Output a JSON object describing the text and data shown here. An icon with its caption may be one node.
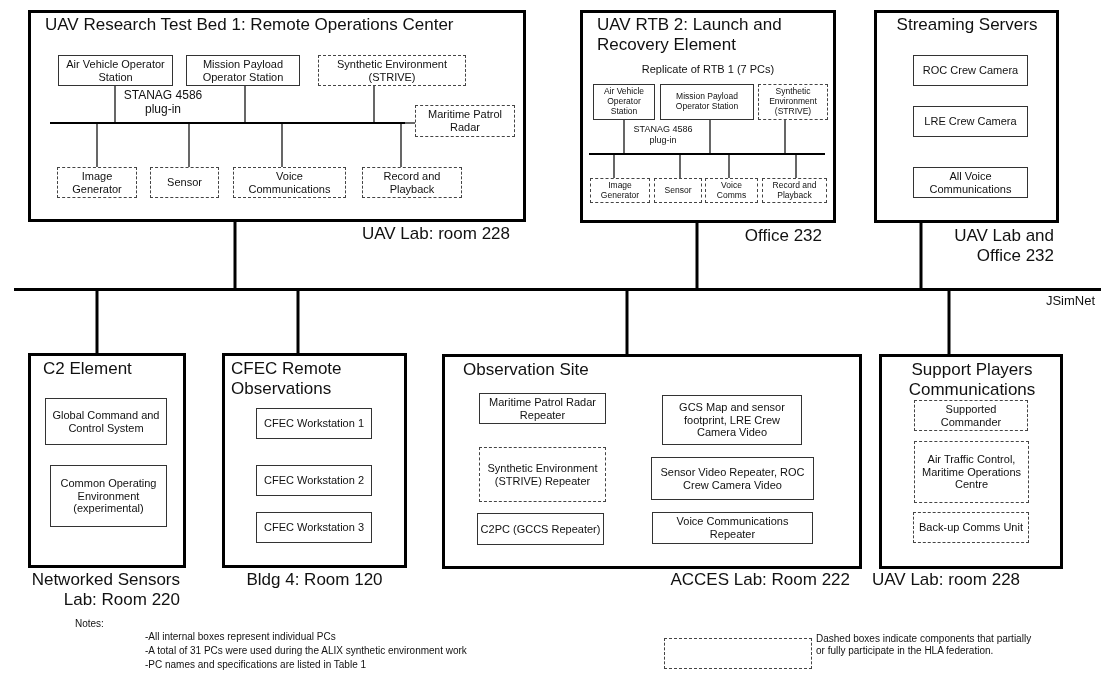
{
  "diagram": {
    "nodes": [
      {
        "text": [
          "UAV Research Test Bed 1: Remote Operations Center"
        ],
        "beside": [
          "UAV Lab: room 228"
        ]
      },
      {
        "text": [
          "Air Vehicle Operator Station"
        ],
        "in": 0
      },
      {
        "text": [
          "Mission Payload Operator Station"
        ],
        "in": 0
      },
      {
        "text": [
          "Synthetic Environment (STRIVE)"
        ],
        "in": 0
      },
      {
        "text": [],
        "shape": "bar",
        "in": 0
      },
      {
        "text": [
          "Maritime Patrol Radar"
        ],
        "in": 0
      },
      {
        "text": [
          "Image Generator"
        ],
        "in": 0
      },
      {
        "text": [
          "Sensor"
        ],
        "in": 0
      },
      {
        "text": [
          "Voice Communications"
        ],
        "in": 0
      },
      {
        "text": [
          "Record and Playback"
        ],
        "in": 0
      },
      {
        "text": [
          "UAV RTB 2: Launch and Recovery Element",
          "Replicate of RTB 1 (7 PCs)"
        ],
        "beside": [
          "Office 232"
        ]
      },
      {
        "text": [
          "Air Vehicle Operator Station"
        ],
        "in": 10
      },
      {
        "text": [
          "Mission Payload Operator Station"
        ],
        "in": 10
      },
      {
        "text": [
          "Synthetic Environment (STRIVE)"
        ],
        "in": 10
      },
      {
        "text": [],
        "shape": "bar",
        "in": 10
      },
      {
        "text": [
          "Image Generator"
        ],
        "in": 10
      },
      {
        "text": [
          "Sensor"
        ],
        "in": 10
      },
      {
        "text": [
          "Voice Comms"
        ],
        "in": 10
      },
      {
        "text": [
          "Record and Playback"
        ],
        "in": 10
      },
      {
        "text": [
          "Streaming Servers"
        ],
        "beside": [
          "UAV Lab and Office 232"
        ]
      },
      {
        "text": [
          "ROC Crew Camera"
        ],
        "in": 19
      },
      {
        "text": [
          "LRE Crew Camera"
        ],
        "in": 19
      },
      {
        "text": [
          "All Voice Communications"
        ],
        "in": 19
      },
      {
        "text": [],
        "shape": "bar",
        "beside": [
          "JSimNet"
        ]
      },
      {
        "text": [
          "C2 Element"
        ],
        "beside": [
          "Networked Sensors Lab: Room 220"
        ]
      },
      {
        "text": [
          "Global Command and Control System"
        ],
        "in": 24
      },
      {
        "text": [
          "Common Operating Environment (experimental)"
        ],
        "in": 24
      },
      {
        "text": [
          "CFEC Remote Observations"
        ],
        "beside": [
          "Bldg 4: Room 120"
        ]
      },
      {
        "text": [
          "CFEC Workstation 1"
        ],
        "in": 27
      },
      {
        "text": [
          "CFEC Workstation 2"
        ],
        "in": 27
      },
      {
        "text": [
          "CFEC Workstation 3"
        ],
        "in": 27
      },
      {
        "text": [
          "Observation Site"
        ],
        "beside": [
          "ACCES Lab: Room 222"
        ]
      },
      {
        "text": [
          "Maritime Patrol Radar Repeater"
        ],
        "in": 31
      },
      {
        "text": [
          "GCS Map and sensor footprint, LRE Crew Camera Video"
        ],
        "in": 31
      },
      {
        "text": [
          "Synthetic Environment (STRIVE) Repeater"
        ],
        "in": 31
      },
      {
        "text": [
          "Sensor Video Repeater, ROC Crew Camera Video"
        ],
        "in": 31
      },
      {
        "text": [
          "C2PC (GCCS Repeater)"
        ],
        "in": 31
      },
      {
        "text": [
          "Voice Communications Repeater"
        ],
        "in": 31
      },
      {
        "text": [
          "Support Players Communications"
        ],
        "beside": [
          "UAV Lab: room 228"
        ]
      },
      {
        "text": [
          "Supported Commander"
        ],
        "in": 38
      },
      {
        "text": [
          "Air Traffic Control, Maritime Operations Centre"
        ],
        "in": 38
      },
      {
        "text": [
          "Back-up Comms Unit"
        ],
        "in": 38
      }
    ],
    "edges": [
      {
        "from": 1,
        "to": 4,
        "arrow": "none",
        "label": "STANAG 4586 plug-in"
      },
      {
        "from": 2,
        "to": 4,
        "arrow": "none"
      },
      {
        "from": 3,
        "to": 4,
        "arrow": "none"
      },
      {
        "from": 5,
        "to": 4,
        "arrow": "none"
      },
      {
        "from": 4,
        "to": 6,
        "arrow": "none"
      },
      {
        "from": 4,
        "to": 7,
        "arrow": "none"
      },
      {
        "from": 4,
        "to": 8,
        "arrow": "none"
      },
      {
        "from": 4,
        "to": 9,
        "arrow": "none"
      },
      {
        "from": 11,
        "to": 14,
        "arrow": "none",
        "label": "STANAG 4586 plug-in"
      },
      {
        "from": 12,
        "to": 14,
        "arrow": "none"
      },
      {
        "from": 13,
        "to": 14,
        "arrow": "none"
      },
      {
        "from": 14,
        "to": 15,
        "arrow": "none"
      },
      {
        "from": 14,
        "to": 16,
        "arrow": "none"
      },
      {
        "from": 14,
        "to": 17,
        "arrow": "none"
      },
      {
        "from": 14,
        "to": 18,
        "arrow": "none"
      },
      {
        "from": 0,
        "to": 23,
        "arrow": "none",
        "style": "thick"
      },
      {
        "from": 10,
        "to": 23,
        "arrow": "none",
        "style": "thick"
      },
      {
        "from": 19,
        "to": 23,
        "arrow": "none",
        "style": "thick"
      },
      {
        "from": 23,
        "to": 24,
        "arrow": "none",
        "style": "thick"
      },
      {
        "from": 23,
        "to": 27,
        "arrow": "none",
        "style": "thick"
      },
      {
        "from": 23,
        "to": 31,
        "arrow": "none",
        "style": "thick"
      },
      {
        "from": 23,
        "to": 38,
        "arrow": "none",
        "style": "thick"
      }
    ],
    "labels": [
      "Notes:",
      "-All internal boxes represent individual PCs",
      "-A total of 31 PCs were used during the ALIX synthetic environment work",
      "-PC names and specifications are listed in Table 1"
    ],
    "legend": [
      {
        "text": "Dashed boxes indicate components that partially or fully participate in the HLA federation."
      }
    ]
  }
}
